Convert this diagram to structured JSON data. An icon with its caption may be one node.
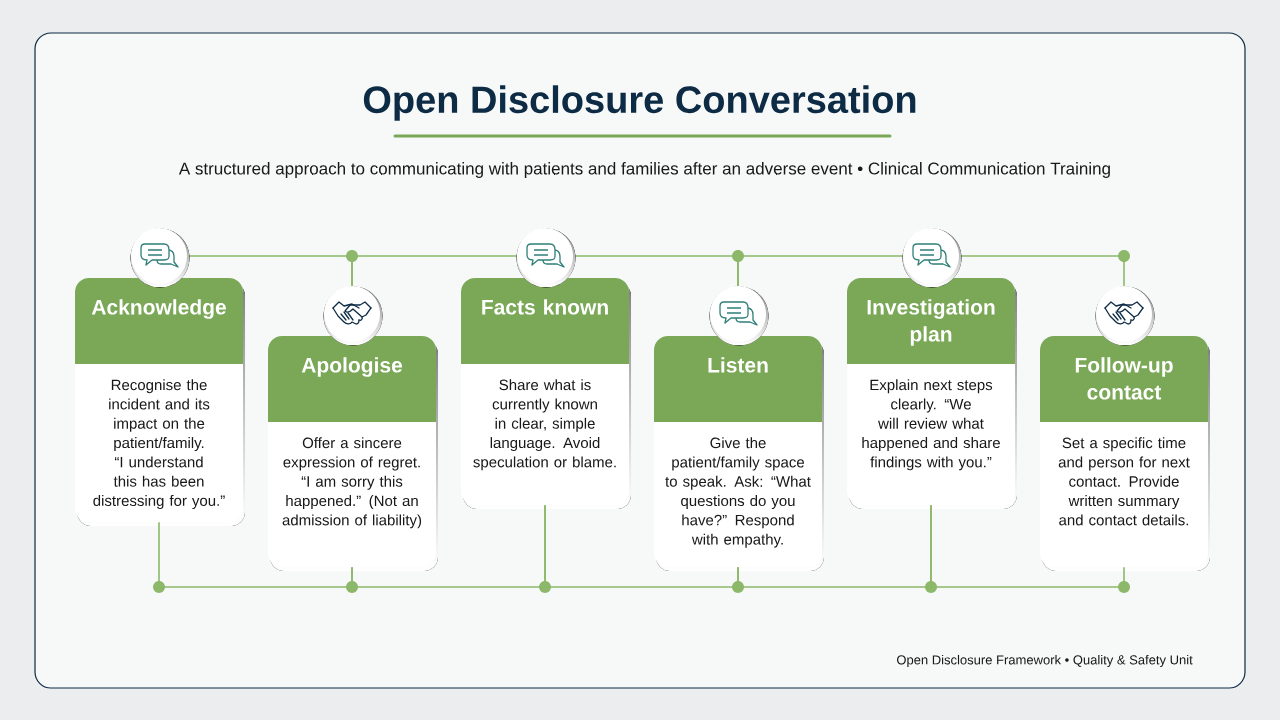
{
  "diagram": {
    "title": "Open Disclosure Conversation",
    "nodes": [
      {
        "text": [
          "Acknowledge",
          "Recognise the incident and its impact on the patient/family. “I understand this has been distressing for you.”"
        ]
      },
      {
        "text": [
          "Apologise",
          "Offer a sincere expression of regret. “I am sorry this happened.” (Not an admission of liability)"
        ]
      },
      {
        "text": [
          "Facts known",
          "Share what is currently known in clear, simple language. Avoid speculation or blame."
        ]
      },
      {
        "text": [
          "Listen",
          "Give the patient/family space to speak. Ask: “What questions do you have?” Respond with empathy."
        ]
      },
      {
        "text": [
          "Investigation plan",
          "Explain next steps clearly. “We will review what happened and share findings with you.”"
        ]
      },
      {
        "text": [
          "Follow-up contact",
          "Set a specific time and person for next contact. Provide written summary and contact details."
        ]
      }
    ],
    "edges": [
      {
        "from": 0,
        "to": 1,
        "arrow": "none"
      },
      {
        "from": 1,
        "to": 2,
        "arrow": "none"
      },
      {
        "from": 2,
        "to": 3,
        "arrow": "none"
      },
      {
        "from": 3,
        "to": 4,
        "arrow": "none"
      },
      {
        "from": 4,
        "to": 5,
        "arrow": "none"
      },
      {
        "from": 0,
        "to": 1,
        "arrow": "none"
      },
      {
        "from": 1,
        "to": 2,
        "arrow": "none"
      },
      {
        "from": 2,
        "to": 3,
        "arrow": "none"
      },
      {
        "from": 3,
        "to": 4,
        "arrow": "none"
      },
      {
        "from": 4,
        "to": 5,
        "arrow": "none"
      }
    ],
    "labels": [
      "A structured approach to communicating with patients and families after an adverse event • Clinical Communication Training",
      "Open Disclosure Framework • Quality & Safety Unit"
    ]
  }
}
